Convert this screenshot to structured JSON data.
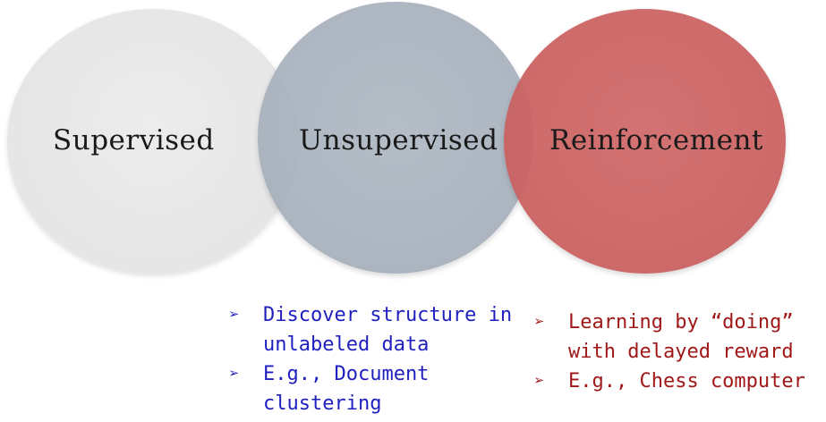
{
  "circles": {
    "supervised": {
      "label": "Supervised",
      "color": "#e6e6e6"
    },
    "unsupervised": {
      "label": "Unsupervised",
      "color": "#a8b2bd"
    },
    "reinforcement": {
      "label": "Reinforcement",
      "color": "#cf6464"
    }
  },
  "unsupervised_notes": {
    "color": "#1f1fbf",
    "bullet_icon": "arrow-bullet-icon",
    "items": [
      {
        "line1": "Discover structure in",
        "line2": "unlabeled data"
      },
      {
        "line1": "E.g., Document",
        "line2": "clustering"
      }
    ]
  },
  "reinforcement_notes": {
    "color": "#a01818",
    "bullet_icon": "arrow-bullet-icon",
    "items": [
      {
        "line1": "Learning by “doing”",
        "line2": "with delayed reward"
      },
      {
        "line1": "E.g., Chess computer"
      }
    ]
  }
}
